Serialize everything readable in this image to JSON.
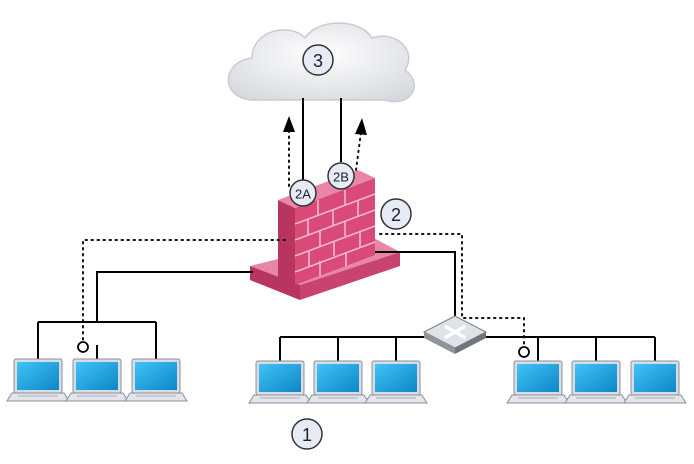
{
  "diagram": {
    "cloud": {
      "label": "3",
      "color": "#eeeff2"
    },
    "firewall": {
      "color": "#d94a79",
      "shade": "#b8355f",
      "top": "#e886a8"
    },
    "labels": {
      "users": "1",
      "firewall": "2",
      "outbound_a": "2A",
      "outbound_b": "2B"
    },
    "screen_color": "#18a9e8",
    "marker_fill": "#e6ebf5"
  }
}
